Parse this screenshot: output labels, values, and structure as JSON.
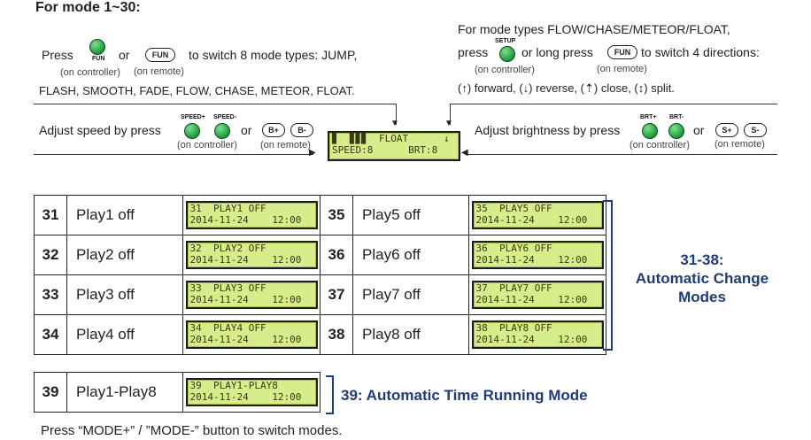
{
  "title": "For mode 1~30:",
  "left": {
    "press": "Press",
    "or": "or",
    "fun_btn_label": "FUN",
    "fun_pill": "FUN",
    "on_controller": "(on controller)",
    "on_remote": "(on remote)",
    "switch_text": "to switch 8 mode types: JUMP,",
    "mode_list": "FLASH, SMOOTH, FADE, FLOW, CHASE, METEOR, FLOAT."
  },
  "right": {
    "line1": "For mode types FLOW/CHASE/METEOR/FLOAT,",
    "press": "press",
    "setup_label": "SETUP",
    "or_long_press": "or long press",
    "fun_pill": "FUN",
    "switch_dir": "to switch 4 directions:",
    "on_controller": "(on controller)",
    "on_remote": "(on remote)",
    "directions": "(↑) forward, (↓) reverse, (⇡) close, (↕) split."
  },
  "speed": {
    "text": "Adjust speed by press",
    "btn1": "SPEED+",
    "btn2": "SPEED-",
    "or": "or",
    "pill1": "B+",
    "pill2": "B-",
    "on_controller": "(on controller)",
    "on_remote": "(on remote)"
  },
  "brightness": {
    "text": "Adjust brightness by press",
    "btn1": "BRT+",
    "btn2": "BRT-",
    "or": "or",
    "pill1": "S+",
    "pill2": "S-",
    "on_controller": "(on controller)",
    "on_remote": "(on remote)"
  },
  "center_lcd": {
    "line1": "▊  ▊▊▊  FLOAT      ↓",
    "line2": "SPEED:8      BRT:8"
  },
  "modes_left": [
    {
      "num": "31",
      "name": "Play1 off",
      "lcd1": "31  PLAY1 OFF",
      "lcd2": "2014-11-24    12:00"
    },
    {
      "num": "32",
      "name": "Play2 off",
      "lcd1": "32  PLAY2 OFF",
      "lcd2": "2014-11-24    12:00"
    },
    {
      "num": "33",
      "name": "Play3 off",
      "lcd1": "33  PLAY3 OFF",
      "lcd2": "2014-11-24    12:00"
    },
    {
      "num": "34",
      "name": "Play4 off",
      "lcd1": "34  PLAY4 OFF",
      "lcd2": "2014-11-24    12:00"
    }
  ],
  "modes_right": [
    {
      "num": "35",
      "name": "Play5 off",
      "lcd1": "35  PLAY5 OFF",
      "lcd2": "2014-11-24    12:00"
    },
    {
      "num": "36",
      "name": "Play6 off",
      "lcd1": "36  PLAY6 OFF",
      "lcd2": "2014-11-24    12:00"
    },
    {
      "num": "37",
      "name": "Play7 off",
      "lcd1": "37  PLAY7 OFF",
      "lcd2": "2014-11-24    12:00"
    },
    {
      "num": "38",
      "name": "Play8 off",
      "lcd1": "38  PLAY8 OFF",
      "lcd2": "2014-11-24    12:00"
    }
  ],
  "auto_change": {
    "line1": "31-38:",
    "line2": "Automatic Change",
    "line3": "Modes"
  },
  "mode39": {
    "num": "39",
    "name": "Play1-Play8",
    "lcd1": "39  PLAY1-PLAY8",
    "lcd2": "2014-11-24    12:00"
  },
  "mode39_label": "39: Automatic Time Running Mode",
  "footer": "Press “MODE+” / ”MODE-” button to switch modes.",
  "colors": {
    "accent_blue": "#1f3c7a",
    "button_green": "#1e9a3a",
    "lcd_green": "#d7ec8a"
  }
}
